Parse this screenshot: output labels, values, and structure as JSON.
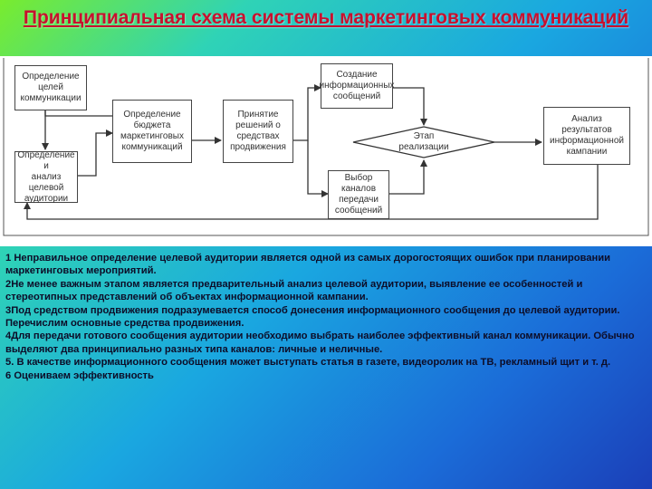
{
  "title": "Принципиальная схема системы маркетинговых коммуникаций",
  "diagram": {
    "nodes": {
      "define_goals": "Определение\nцелей\nкоммуникации",
      "define_budget": "Определение\nбюджета\nмаркетинговых\nкоммуникаций",
      "define_audience": "Определение и\nанализ\nцелевой\nаудитории",
      "decide_means": "Принятие\nрешений о\nсредствах\nпродвижения",
      "create_messages": "Создание\nинформационных\nсообщений",
      "choose_channels": "Выбор каналов\nпередачи\nсообщений",
      "implementation": "Этап\nреализации",
      "analyze_results": "Анализ\nрезультатов\nинформационной\nкампании"
    }
  },
  "notes": [
    "1 Неправильное определение целевой аудитории является одной из самых дорогостоящих ошибок при планировании маркетинговых мероприятий.",
    "2Не менее важным этапом является предварительный анализ целевой аудитории, выявление ее особенностей и стереотипных представлений об объектах информационной кампании.",
    "3Под средством продвижения подразумевается способ донесения информационного сообщения до целевой аудитории. Перечислим основные средства продвижения.",
    "4Для передачи готового сообщения аудитории необходимо выбрать наиболее эффективный канал коммуникации. Обычно выделяют два принципиально разных типа каналов: личные и неличные.",
    "5. В качестве информационного сообщения может выступать статья в газете, видеоролик на ТВ, рекламный щит и т. д.",
    "6 Оцениваем эффективность"
  ]
}
